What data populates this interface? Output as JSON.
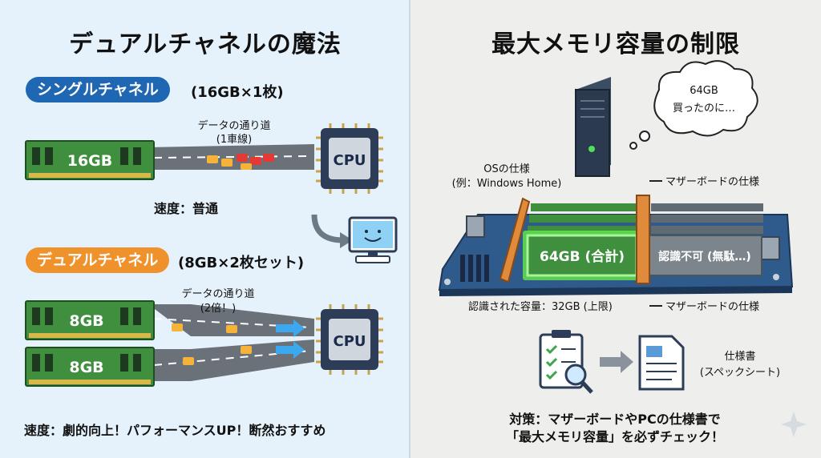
{
  "left": {
    "title": "デュアルチャネルの魔法",
    "single": {
      "badge": "シングルチャネル",
      "spec": "(16GB×1枚)",
      "memory_label": "16GB",
      "lane_label_line1": "データの通り道",
      "lane_label_line2": "(1車線)",
      "cpu_label": "CPU",
      "speed": "速度：普通"
    },
    "dual": {
      "badge": "デュアルチャネル",
      "spec": "(8GB×2枚セット)",
      "memory1_label": "8GB",
      "memory2_label": "8GB",
      "lane_label_line1": "データの通り道",
      "lane_label_line2": "(2倍！)",
      "cpu_label": "CPU",
      "speed": "速度：劇的向上！パフォーマンスUP！断然おすすめ"
    },
    "colors": {
      "single_badge": "#1f66b3",
      "dual_badge": "#f0922b"
    }
  },
  "right": {
    "title": "最大メモリ容量の制限",
    "thought": {
      "line1": "64GB",
      "line2": "買ったのに…"
    },
    "os_spec_line1": "OSの仕様",
    "os_spec_line2": "(例：Windows Home)",
    "mb_spec_top": "マザーボードの仕様",
    "mb_spec_bottom": "マザーボードの仕様",
    "recognized_label": "64GB (合計)",
    "unrecognized_label": "認識不可 (無駄…)",
    "recognized_capacity": "認識された容量：32GB (上限)",
    "spec_doc_line1": "仕様書",
    "spec_doc_line2": "(スペックシート)",
    "advice_line1": "対策：マザーボードやPCの仕様書で",
    "advice_line2": "「最大メモリ容量」を必ずチェック！",
    "colors": {
      "limit_bar": "#e08a3c",
      "recognized_glow": "#5fe04a",
      "board": "#2f4f7a"
    }
  }
}
